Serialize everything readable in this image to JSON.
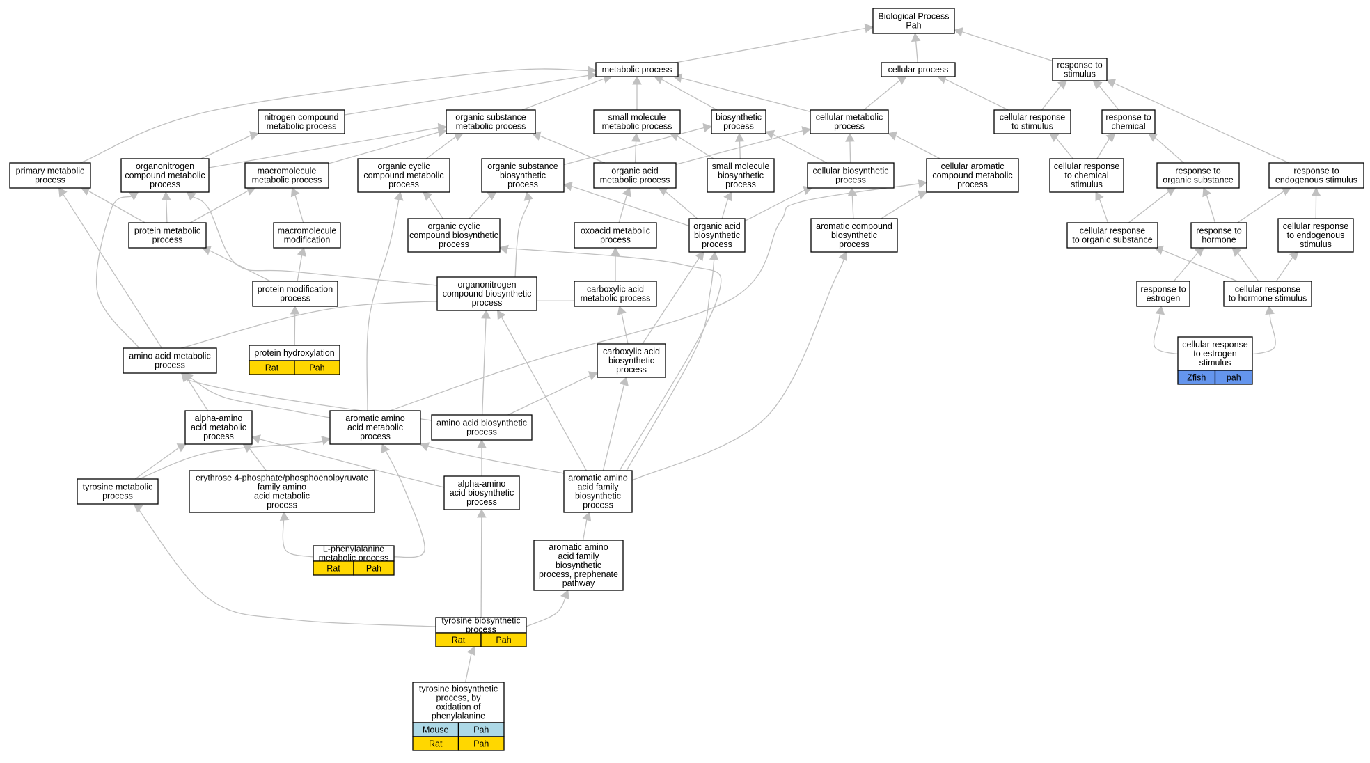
{
  "colors": {
    "edge": "#c0c0c0",
    "rat": "#ffd700",
    "mouse": "#add8e6",
    "zfish": "#6495ed",
    "node_border": "#000000"
  },
  "nodes": {
    "bp": {
      "lines": [
        "Biological Process",
        "Pah"
      ]
    },
    "mp": {
      "lines": [
        "metabolic process"
      ]
    },
    "cp": {
      "lines": [
        "cellular process"
      ]
    },
    "rs": {
      "lines": [
        "response to",
        "stimulus"
      ]
    },
    "ncm": {
      "lines": [
        "nitrogen compound",
        "metabolic process"
      ]
    },
    "osm": {
      "lines": [
        "organic substance",
        "metabolic process"
      ]
    },
    "smm": {
      "lines": [
        "small molecule",
        "metabolic process"
      ]
    },
    "bio": {
      "lines": [
        "biosynthetic",
        "process"
      ]
    },
    "cmp": {
      "lines": [
        "cellular metabolic",
        "process"
      ]
    },
    "crs": {
      "lines": [
        "cellular response",
        "to stimulus"
      ]
    },
    "rc": {
      "lines": [
        "response to",
        "chemical"
      ]
    },
    "pmp": {
      "lines": [
        "primary metabolic",
        "process"
      ]
    },
    "onm": {
      "lines": [
        "organonitrogen",
        "compound metabolic",
        "process"
      ]
    },
    "mmp": {
      "lines": [
        "macromolecule",
        "metabolic process"
      ]
    },
    "ocm": {
      "lines": [
        "organic cyclic",
        "compound metabolic",
        "process"
      ]
    },
    "osb": {
      "lines": [
        "organic substance",
        "biosynthetic",
        "process"
      ]
    },
    "oam": {
      "lines": [
        "organic acid",
        "metabolic process"
      ]
    },
    "smb": {
      "lines": [
        "small molecule",
        "biosynthetic",
        "process"
      ]
    },
    "cbp": {
      "lines": [
        "cellular biosynthetic",
        "process"
      ]
    },
    "cacm": {
      "lines": [
        "cellular aromatic",
        "compound metabolic",
        "process"
      ]
    },
    "crcs": {
      "lines": [
        "cellular response",
        "to chemical",
        "stimulus"
      ]
    },
    "ros": {
      "lines": [
        "response to",
        "organic substance"
      ]
    },
    "res": {
      "lines": [
        "response to",
        "endogenous stimulus"
      ]
    },
    "prot": {
      "lines": [
        "protein metabolic",
        "process"
      ]
    },
    "mmod": {
      "lines": [
        "macromolecule",
        "modification"
      ]
    },
    "ocb": {
      "lines": [
        "organic cyclic",
        "compound biosynthetic",
        "process"
      ]
    },
    "oxo": {
      "lines": [
        "oxoacid metabolic",
        "process"
      ]
    },
    "oab": {
      "lines": [
        "organic acid",
        "biosynthetic",
        "process"
      ]
    },
    "acb": {
      "lines": [
        "aromatic compound",
        "biosynthetic",
        "process"
      ]
    },
    "cros": {
      "lines": [
        "cellular response",
        "to organic substance"
      ]
    },
    "rh": {
      "lines": [
        "response to",
        "hormone"
      ]
    },
    "cres": {
      "lines": [
        "cellular response",
        "to endogenous",
        "stimulus"
      ]
    },
    "pmod": {
      "lines": [
        "protein modification",
        "process"
      ]
    },
    "onb": {
      "lines": [
        "organonitrogen",
        "compound biosynthetic",
        "process"
      ]
    },
    "cam": {
      "lines": [
        "carboxylic acid",
        "metabolic process"
      ]
    },
    "re": {
      "lines": [
        "response to",
        "estrogen"
      ]
    },
    "crh": {
      "lines": [
        "cellular response",
        "to hormone stimulus"
      ]
    },
    "aam": {
      "lines": [
        "amino acid metabolic",
        "process"
      ]
    },
    "ph": {
      "lines": [
        "protein hydroxylation"
      ],
      "rows": [
        [
          "Rat",
          "Pah"
        ]
      ],
      "rowColors": [
        "rat"
      ]
    },
    "cab": {
      "lines": [
        "carboxylic acid",
        "biosynthetic",
        "process"
      ]
    },
    "cree": {
      "lines": [
        "cellular response",
        "to estrogen",
        "stimulus"
      ],
      "rows": [
        [
          "Zfish",
          "pah"
        ]
      ],
      "rowColors": [
        "zfish"
      ]
    },
    "alam": {
      "lines": [
        "alpha-amino",
        "acid metabolic",
        "process"
      ]
    },
    "arom": {
      "lines": [
        "aromatic amino",
        "acid metabolic",
        "process"
      ]
    },
    "aab": {
      "lines": [
        "amino acid biosynthetic",
        "process"
      ]
    },
    "tym": {
      "lines": [
        "tyrosine metabolic",
        "process"
      ]
    },
    "e4p": {
      "lines": [
        "erythrose 4-phosphate/phosphoenolpyruvate",
        "family amino",
        "acid metabolic",
        "process"
      ]
    },
    "alab": {
      "lines": [
        "alpha-amino",
        "acid biosynthetic",
        "process"
      ]
    },
    "aafb": {
      "lines": [
        "aromatic amino",
        "acid family",
        "biosynthetic",
        "process"
      ]
    },
    "lphe": {
      "lines": [
        "L-phenylalanine",
        "metabolic process"
      ],
      "rows": [
        [
          "Rat",
          "Pah"
        ]
      ],
      "rowColors": [
        "rat"
      ]
    },
    "prep": {
      "lines": [
        "aromatic amino",
        "acid family",
        "biosynthetic",
        "process, prephenate",
        "pathway"
      ]
    },
    "tyb": {
      "lines": [
        "tyrosine biosynthetic",
        "process"
      ],
      "rows": [
        [
          "Rat",
          "Pah"
        ]
      ],
      "rowColors": [
        "rat"
      ]
    },
    "tybo": {
      "lines": [
        "tyrosine biosynthetic",
        "process, by",
        "oxidation of",
        "phenylalanine"
      ],
      "rows": [
        [
          "Mouse",
          "Pah"
        ],
        [
          "Rat",
          "Pah"
        ]
      ],
      "rowColors": [
        "mouse",
        "rat"
      ]
    }
  }
}
